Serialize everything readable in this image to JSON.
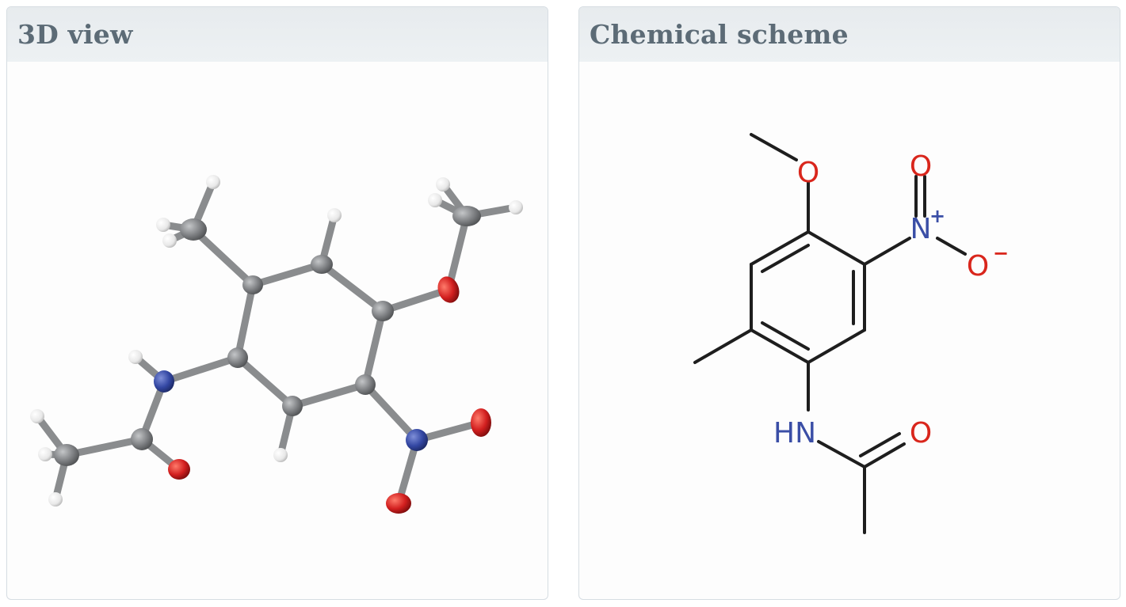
{
  "panels": {
    "view3d": {
      "title": "3D view"
    },
    "scheme": {
      "title": "Chemical scheme"
    }
  },
  "scheme_labels": {
    "o_methoxy": "O",
    "o_nitro_top": "O",
    "n_nitro": "N",
    "n_plus": "+",
    "o_nitro_minus": "O",
    "minus": "−",
    "nh": "HN",
    "o_amide": "O"
  },
  "colors": {
    "header_bg": "#e9edf0",
    "header_text": "#5c6b76",
    "bond_3d": "#8a8c8e",
    "carbon": "#7b7d80",
    "hydrogen": "#f2f2f2",
    "nitrogen": "#3347a3",
    "oxygen": "#d21f1f",
    "scheme_bond": "#1e1e1e",
    "scheme_oxygen": "#d9261c",
    "scheme_nitrogen": "#3a4ea6"
  }
}
